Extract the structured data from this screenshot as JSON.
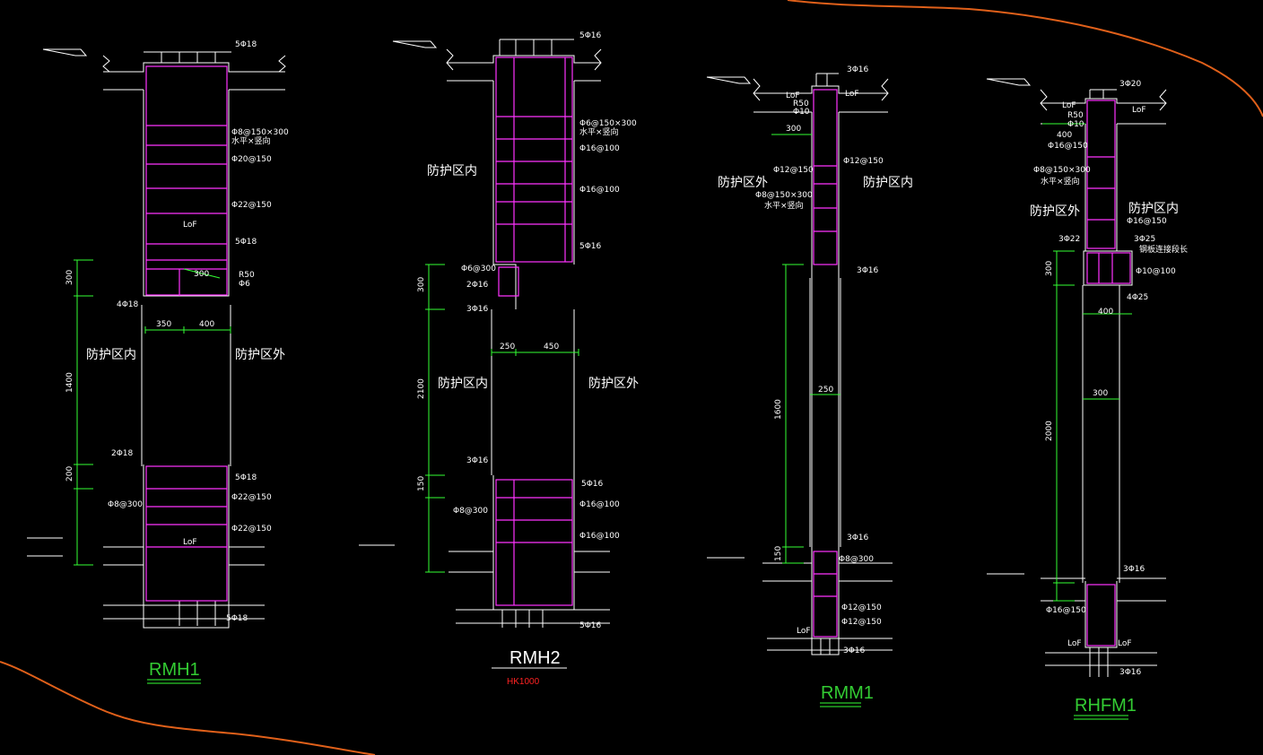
{
  "colors": {
    "background": "#000000",
    "lines": "#ffffff",
    "rebar": "#ff33ff",
    "dimensions": "#33ff33",
    "boundary": "#e0601a",
    "title": "#33cc33",
    "subtitle": "#ff2222"
  },
  "rmh1": {
    "title": "RMH1",
    "top_bars": "5Φ18",
    "stirrup": "Φ8@150×300",
    "stirrup_note": "水平×竖向",
    "bar_a": "Φ20@150",
    "bar_b": "Φ22@150",
    "lof": "LoF",
    "mid_bars": "5Φ18",
    "dim_300": "300",
    "r50": "R50",
    "phi6": "Φ6",
    "corner_bars": "4Φ18",
    "dim_350": "350",
    "dim_400": "400",
    "zone_in": "防护区内",
    "zone_out": "防护区外",
    "dim_1400": "1400",
    "dim_200": "200",
    "dim_300v": "300",
    "low_bars": "2Φ18",
    "low_top": "5Φ18",
    "low_stirrup": "Φ8@300",
    "low_a": "Φ22@150",
    "low_b": "Φ22@150",
    "lof2": "LoF",
    "bot_bars": "5Φ18"
  },
  "rmh2": {
    "title": "RMH2",
    "subtitle": "HK1000",
    "top_bars": "5Φ16",
    "stirrup": "Φ6@150×300",
    "stirrup_note": "水平×竖向",
    "bar_a": "Φ16@100",
    "bar_b": "Φ16@100",
    "zone_in": "防护区内",
    "mid_bars": "5Φ16",
    "s_300": "Φ6@300",
    "b_216": "2Φ16",
    "b_316": "3Φ16",
    "dim_300": "300",
    "dim_250": "250",
    "dim_450": "450",
    "dim_2100": "2100",
    "zone_in2": "防护区内",
    "zone_out": "防护区外",
    "low_316": "3Φ16",
    "dim_150": "150",
    "low_top": "5Φ16",
    "low_stirrup": "Φ8@300",
    "low_a": "Φ16@100",
    "low_b": "Φ16@100",
    "bot_bars": "5Φ16"
  },
  "rmm1": {
    "title": "RMM1",
    "top_bars": "3Φ16",
    "lof_l": "LoF",
    "lof_r": "LoF",
    "r50": "R50",
    "phi10": "Φ10",
    "dim_300": "300",
    "s_12a": "Φ12@150",
    "s_12b": "Φ12@150",
    "zone_out": "防护区外",
    "zone_in": "防护区内",
    "stirrup": "Φ8@150×300",
    "stirrup_note": "水平×竖向",
    "mid_bars": "3Φ16",
    "dim_250": "250",
    "dim_1600": "1600",
    "low_top": "3Φ16",
    "low_stirrup": "Φ8@300",
    "dim_150": "150",
    "low_a": "Φ12@150",
    "low_b": "Φ12@150",
    "lof_b": "LoF",
    "bot_bars": "3Φ16"
  },
  "rhfm1": {
    "title": "RHFM1",
    "top_bars": "3Φ20",
    "lof_l": "LoF",
    "lof_r": "LoF",
    "r50": "R50",
    "phi10": "Φ10",
    "dim_400": "400",
    "s_16": "Φ16@150",
    "stirrup": "Φ8@150×300",
    "stirrup_note": "水平×竖向",
    "zone_out": "防护区外",
    "zone_in": "防护区内",
    "s_16b": "Φ16@150",
    "b_322": "3Φ22",
    "b_325": "3Φ25",
    "note": "钢板连接段长",
    "s_10": "Φ10@100",
    "dim_300": "300",
    "b_425": "4Φ25",
    "dim_400b": "400",
    "dim_300b": "300",
    "dim_2000": "2000",
    "low_top": "3Φ16",
    "low_s": "Φ16@150",
    "lof_bl": "LoF",
    "lof_br": "LoF",
    "bot_bars": "3Φ16"
  }
}
